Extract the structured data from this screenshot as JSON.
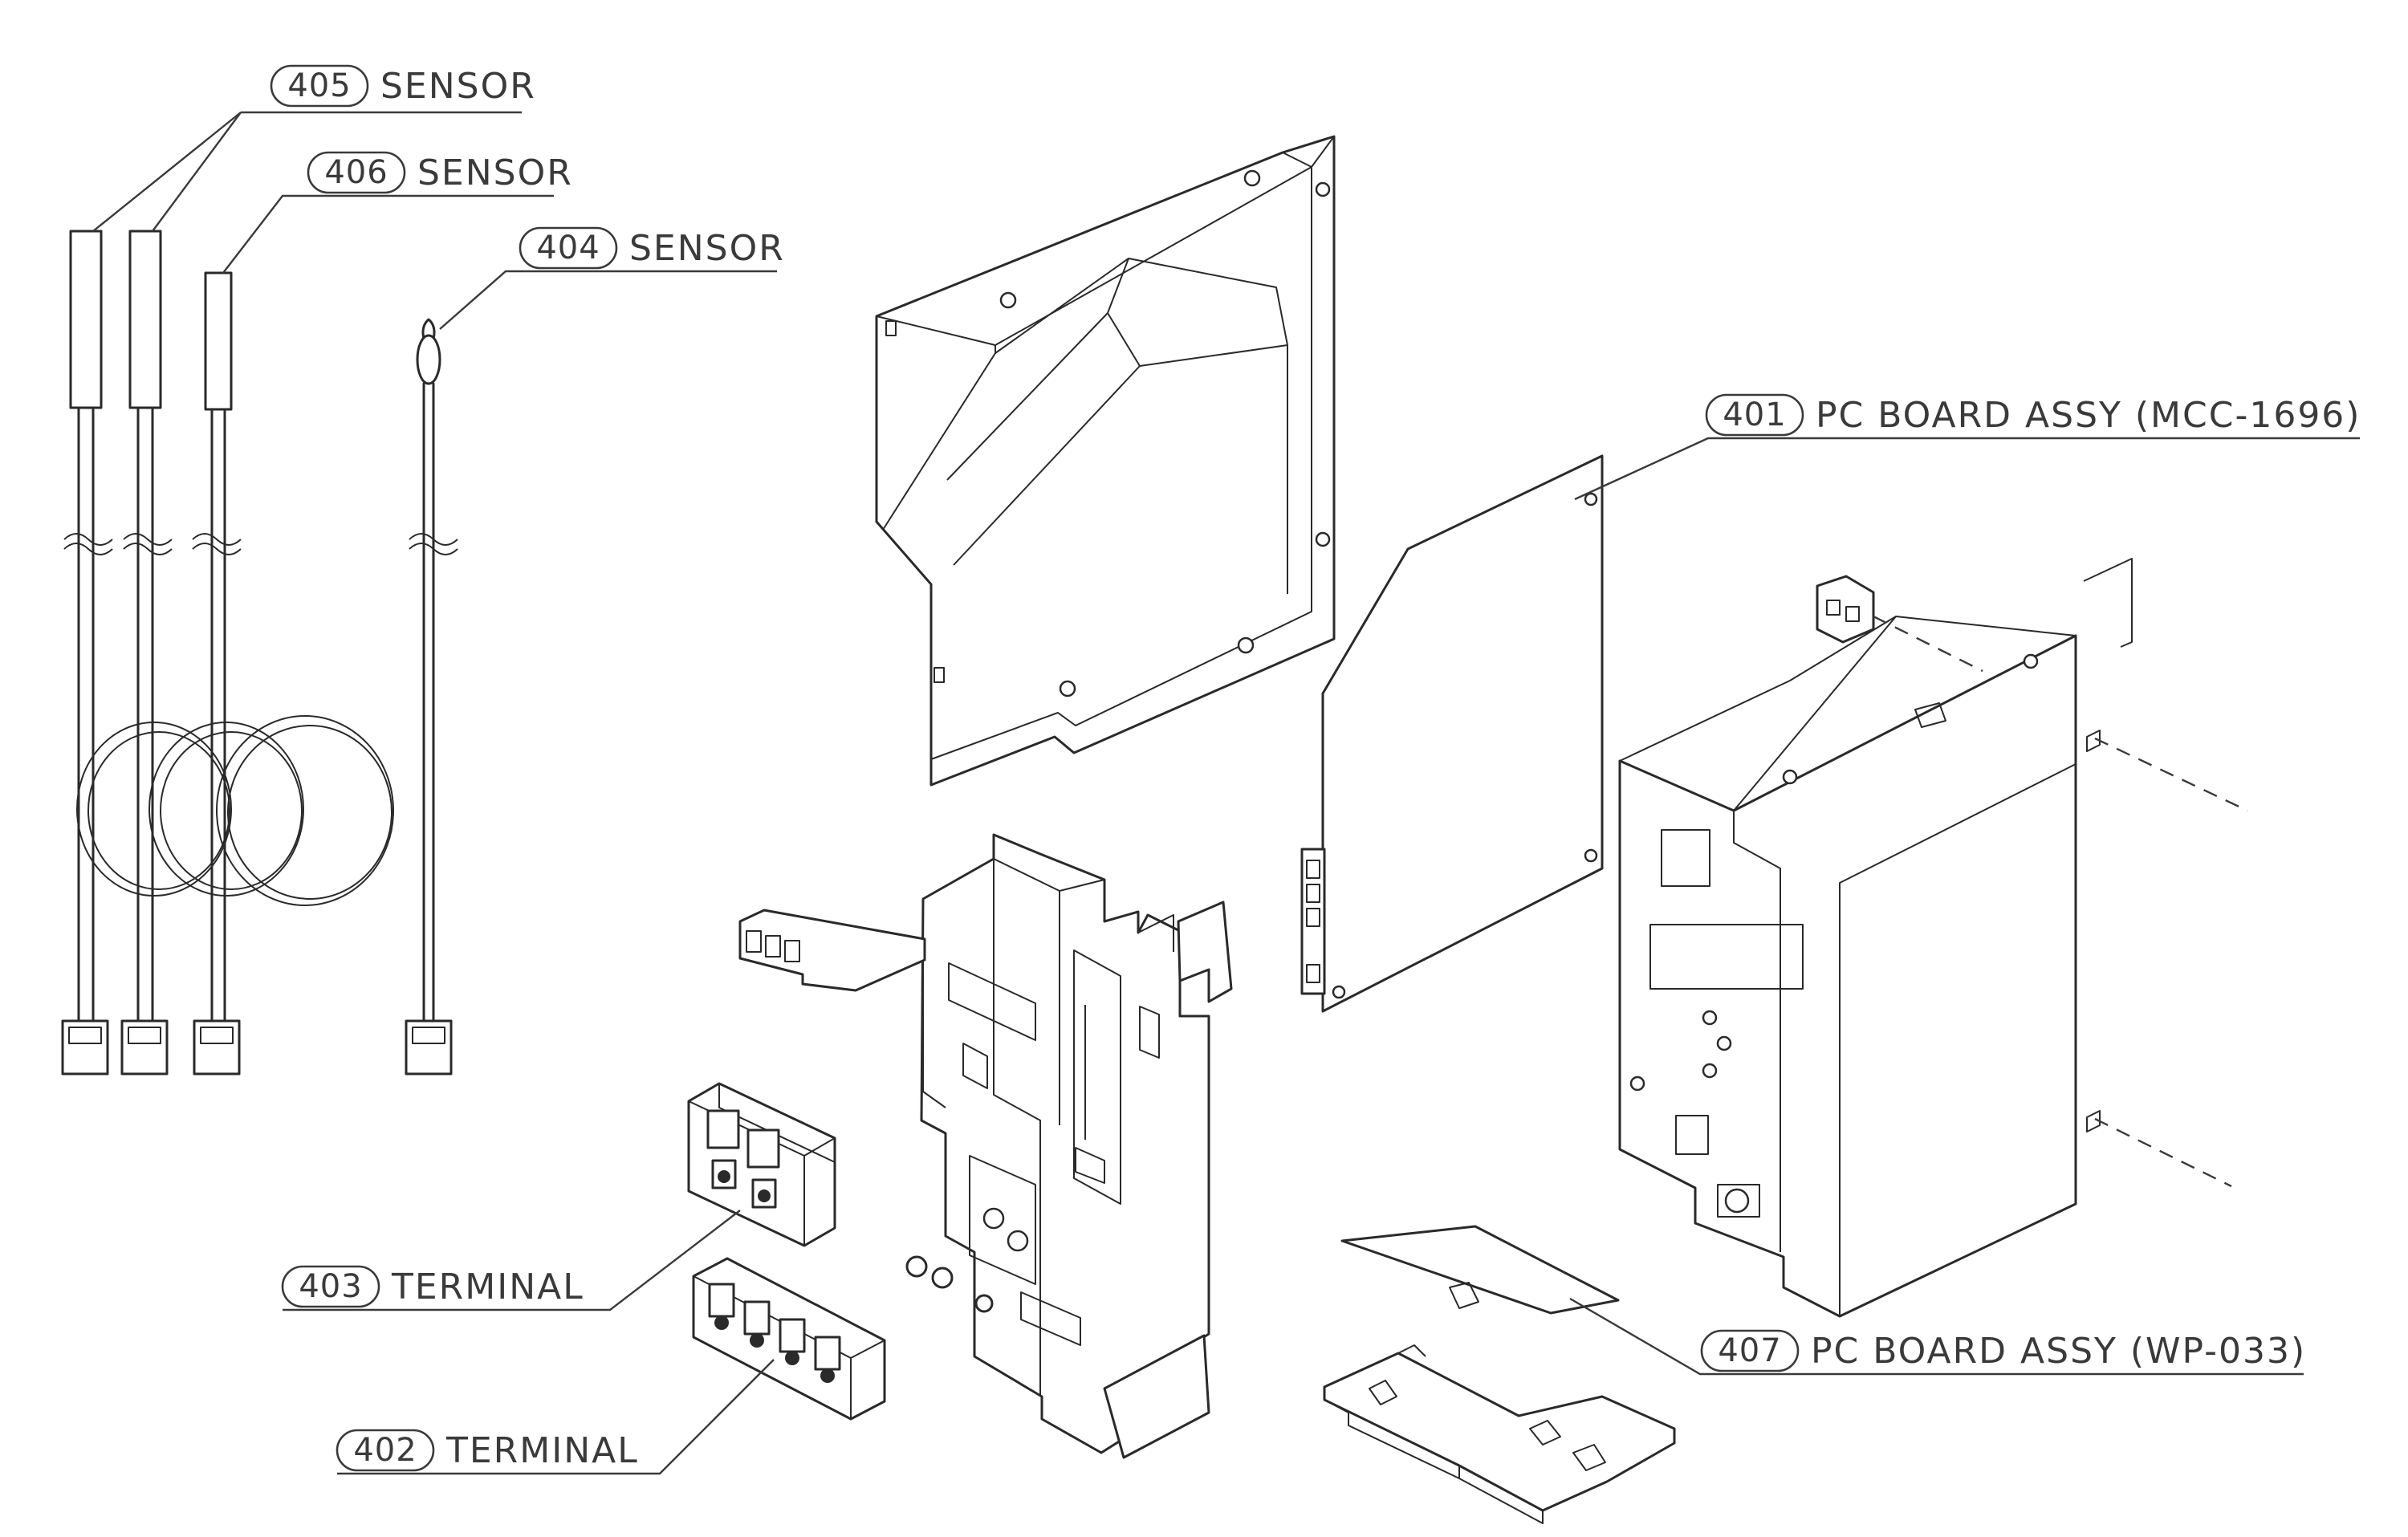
{
  "callouts": [
    {
      "id": "c405",
      "number": "405",
      "text": "SENSOR"
    },
    {
      "id": "c406",
      "number": "406",
      "text": "SENSOR"
    },
    {
      "id": "c404",
      "number": "404",
      "text": "SENSOR"
    },
    {
      "id": "c401",
      "number": "401",
      "text": "PC BOARD ASSY (MCC-1696)"
    },
    {
      "id": "c403",
      "number": "403",
      "text": "TERMINAL"
    },
    {
      "id": "c402",
      "number": "402",
      "text": "TERMINAL"
    },
    {
      "id": "c407",
      "number": "407",
      "text": "PC BOARD ASSY (WP-033)"
    }
  ]
}
